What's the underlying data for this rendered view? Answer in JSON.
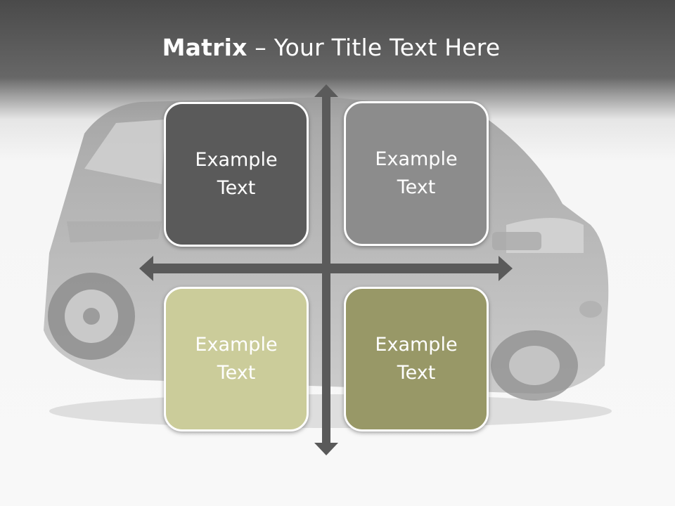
{
  "title": {
    "bold": "Matrix",
    "rest": " – Your Title Text Here"
  },
  "quadrants": [
    {
      "label": "Example Text",
      "color": "#5a5a5a"
    },
    {
      "label": "Example Text",
      "color": "#8c8c8c"
    },
    {
      "label": "Example Text",
      "color": "#cbcc9a"
    },
    {
      "label": "Example Text",
      "color": "#989867"
    }
  ],
  "colors": {
    "arrow": "#5a5a5a",
    "header": "#4a4a4a"
  }
}
